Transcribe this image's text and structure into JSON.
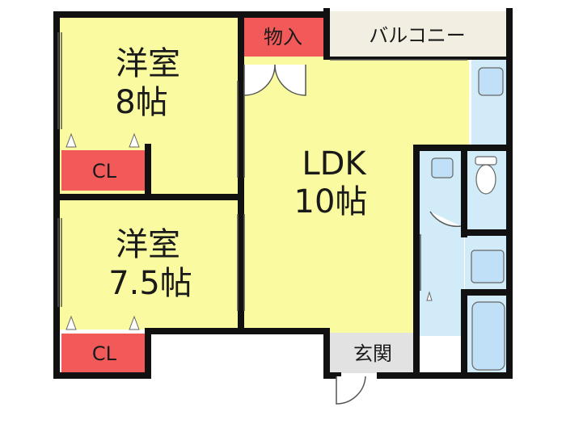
{
  "rooms": {
    "western_room_1": {
      "name": "洋室",
      "size": "8帖"
    },
    "western_room_2": {
      "name": "洋室",
      "size": "7.5帖"
    },
    "ldk": {
      "name": "LDK",
      "size": "10帖"
    },
    "closet_1": {
      "label": "CL"
    },
    "closet_2": {
      "label": "CL"
    },
    "storage": {
      "label": "物入"
    },
    "balcony": {
      "label": "バルコニー"
    },
    "entrance": {
      "label": "玄関"
    }
  },
  "colors": {
    "room_fill": "#fafaa0",
    "closet_fill": "#f25a5a",
    "water_fill": "#d2ebf9",
    "balcony_fill": "#f2eee2",
    "entrance_fill": "#e2e2e2",
    "wall": "#111111"
  },
  "icons": [
    "door-swing-icon",
    "toilet-icon",
    "washbasin-icon",
    "washer-icon",
    "bathtub-icon",
    "sink-icon"
  ]
}
